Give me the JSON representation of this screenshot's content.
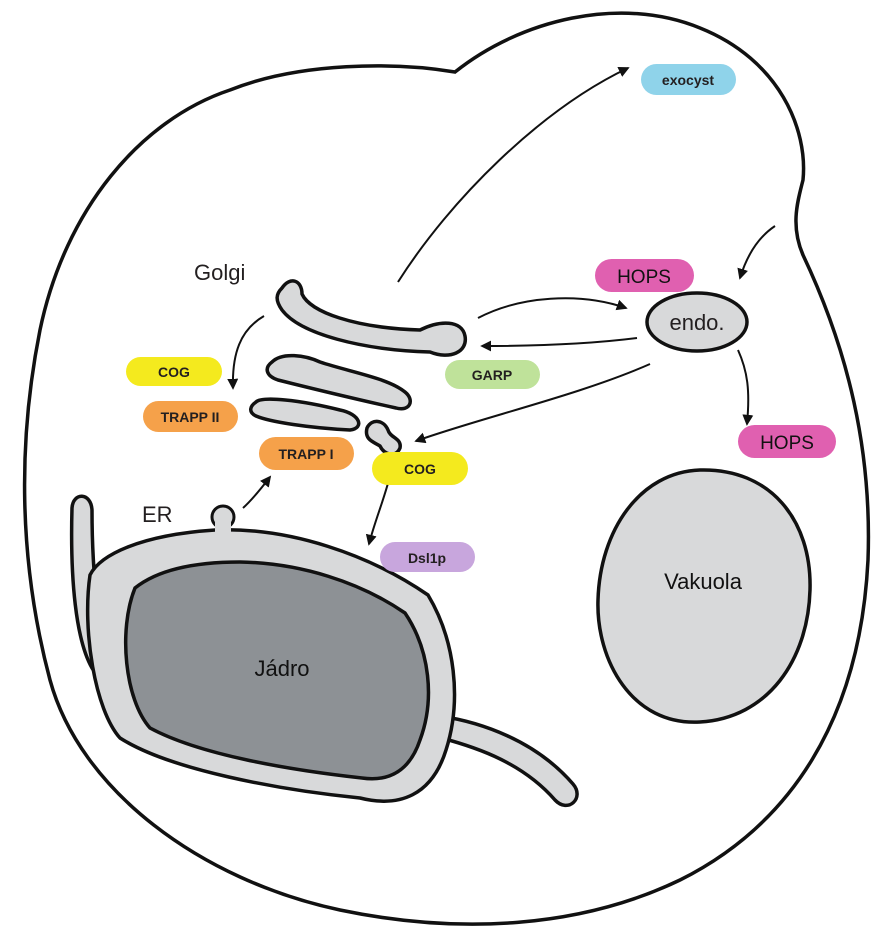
{
  "labels": {
    "golgi": "Golgi",
    "er": "ER",
    "nucleus": "Jádro",
    "vacuole": "Vakuola",
    "endosome": "endo."
  },
  "complexes": {
    "exocyst": "exocyst",
    "hops_top": "HOPS",
    "hops_bottom": "HOPS",
    "garp": "GARP",
    "cog_left": "COG",
    "cog_right": "COG",
    "trapp_ii": "TRAPP II",
    "trapp_i": "TRAPP I",
    "dsl1p": "Dsl1p"
  },
  "colors": {
    "exocyst": "#8fd3ea",
    "hops": "#e060b0",
    "garp": "#bfe29a",
    "cog": "#f4ea1e",
    "trapp": "#f5a14a",
    "dsl1p": "#c8a6dd",
    "membrane_fill": "#d8d9da",
    "nucleus_fill": "#8d9195",
    "outline": "#111111"
  }
}
